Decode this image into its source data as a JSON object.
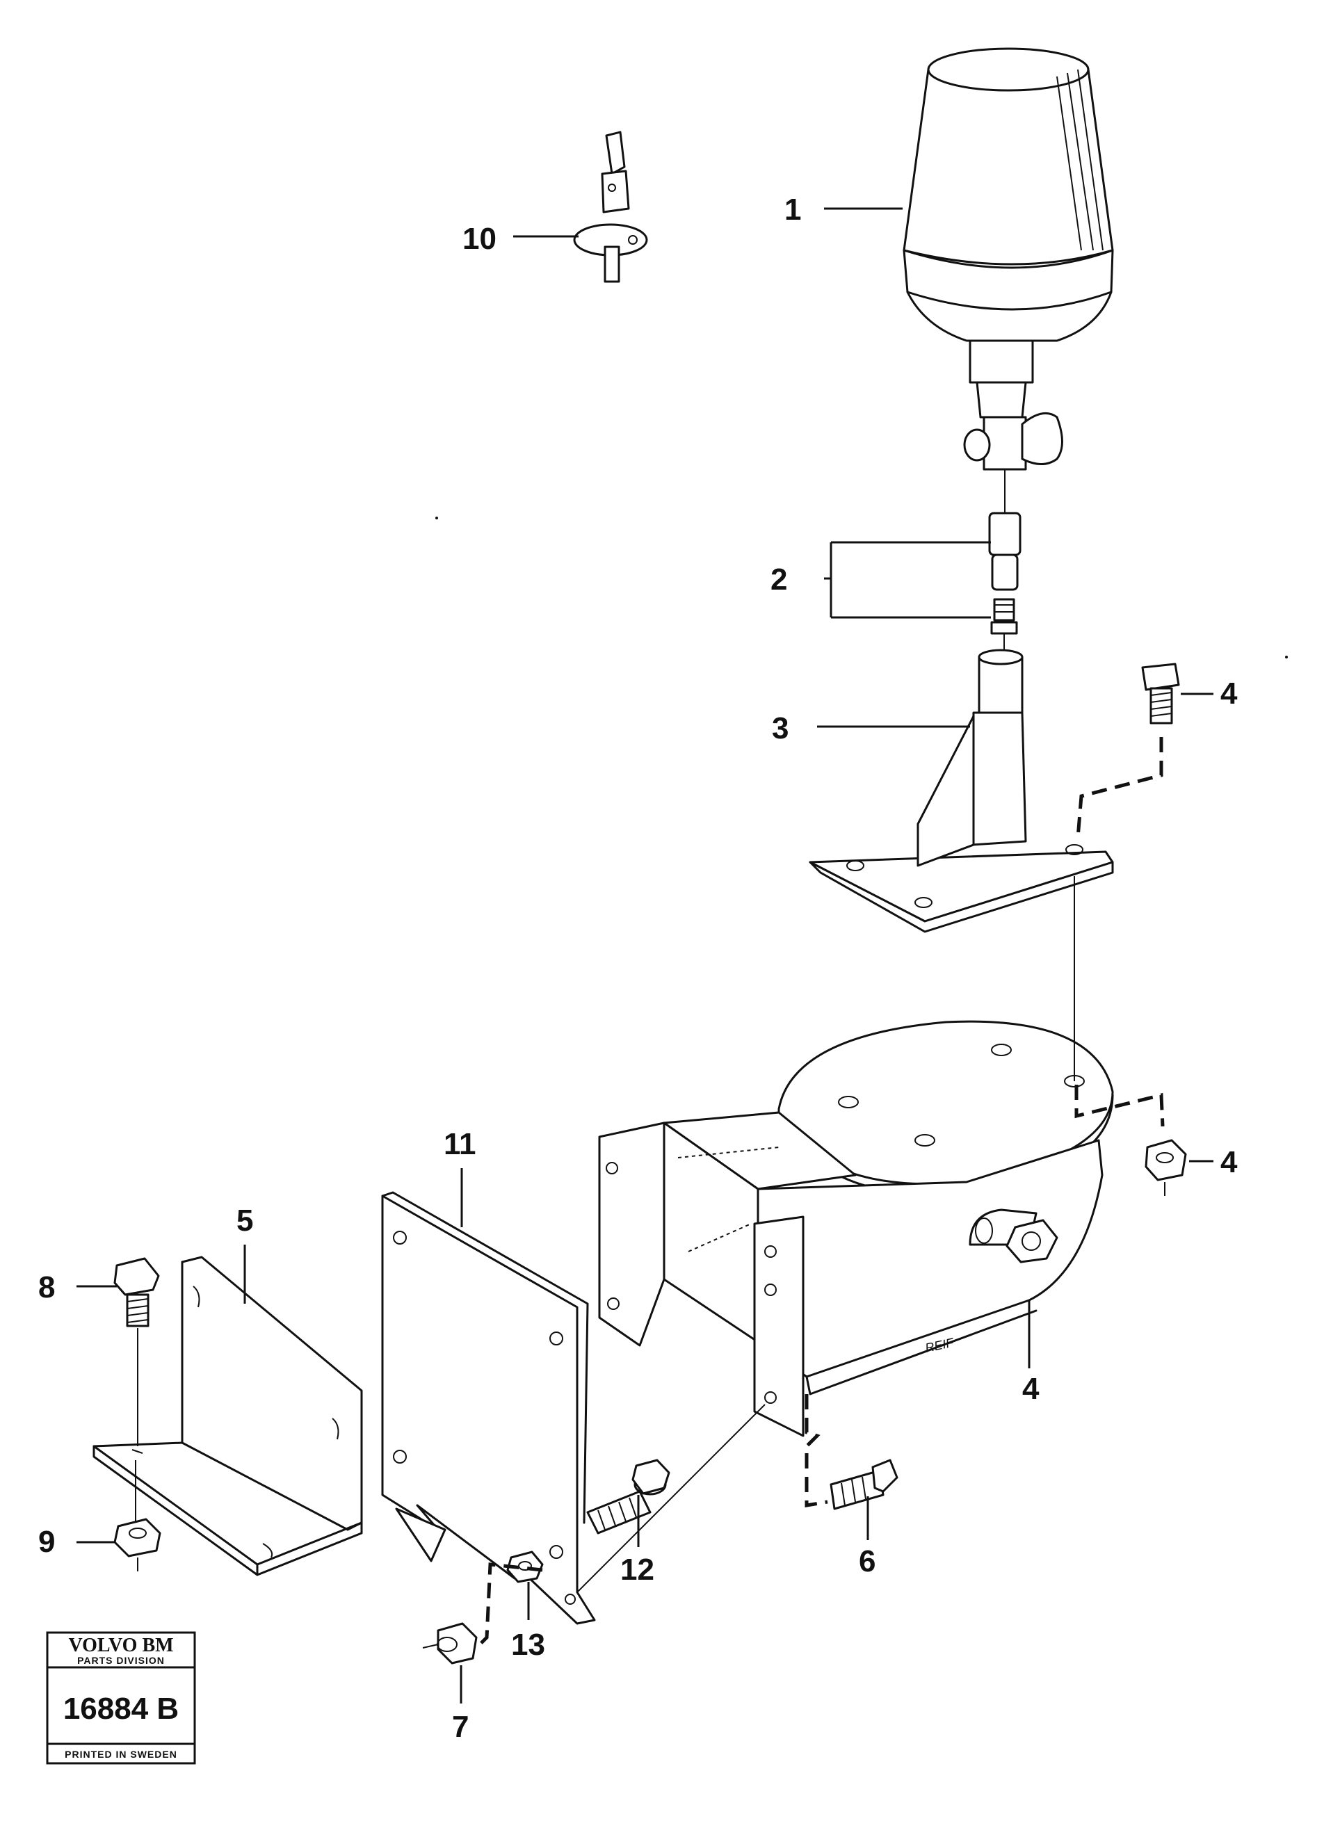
{
  "callouts": {
    "c1": "1",
    "c2": "2",
    "c3": "3",
    "c4a": "4",
    "c4b": "4",
    "c4c": "4",
    "c5": "5",
    "c6": "6",
    "c7": "7",
    "c8": "8",
    "c9": "9",
    "c10": "10",
    "c11": "11",
    "c12": "12",
    "c13": "13"
  },
  "engraving": "REIF",
  "stamp": {
    "brand": "VOLVO BM",
    "division": "PARTS DIVISION",
    "number": "16884 B",
    "printed": "PRINTED IN SWEDEN"
  }
}
